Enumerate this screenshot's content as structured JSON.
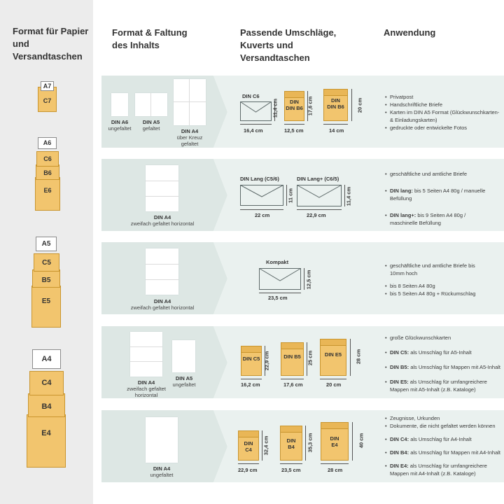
{
  "headers": {
    "col1": "Format für Papier und Versandtaschen",
    "col2": "Format & Faltung des Inhalts",
    "col3": "Passende Umschläge, Kuverts und Versandtaschen",
    "col4": "Anwendung"
  },
  "sidebar": [
    {
      "paper": "A7",
      "envelopes": [
        "C7"
      ]
    },
    {
      "paper": "A6",
      "envelopes": [
        "C6",
        "B6",
        "E6"
      ]
    },
    {
      "paper": "A5",
      "envelopes": [
        "C5",
        "B5",
        "E5"
      ]
    },
    {
      "paper": "A4",
      "envelopes": [
        "C4",
        "B4",
        "E4"
      ]
    }
  ],
  "rows": [
    {
      "papers": [
        {
          "name": "DIN A6",
          "fold": "ungefaltet"
        },
        {
          "name": "DIN A5",
          "fold": "gefaltet"
        },
        {
          "name": "DIN A4",
          "fold": "über Kreuz gefaltet"
        }
      ],
      "envelopes": [
        {
          "name": "DIN C6",
          "width": "16,4 cm",
          "height": "11,4 cm"
        },
        {
          "name": "DIN B6",
          "width": "12,5 cm",
          "height": "17,6 cm"
        },
        {
          "name": "DIN B6",
          "width": "14 cm",
          "height": "20 cm"
        }
      ],
      "uses": [
        "Privatpost",
        "Handschriftliche Briefe",
        "Karten im DIN A5 Format (Glückwunschkarten- & Einladungskarten)",
        "gedruckte oder entwickelte Fotos"
      ]
    },
    {
      "papers": [
        {
          "name": "DIN A4",
          "fold": "zweifach gefaltet horizontal"
        }
      ],
      "envelopes": [
        {
          "name": "DIN Lang (C5/6)",
          "width": "22 cm",
          "height": "11 cm"
        },
        {
          "name": "DIN Lang+ (C6/5)",
          "width": "22,9 cm",
          "height": "11,4 cm"
        }
      ],
      "uses": [
        {
          "lead": "",
          "text": "geschäftliche und amtliche Briefe"
        },
        {
          "lead": "DIN lang:",
          "text": "bis 5 Seiten A4 80g / manuelle Befüllung"
        },
        {
          "lead": "DIN lang+:",
          "text": "bis 9 Seiten A4 80g / maschinelle Befüllung"
        }
      ]
    },
    {
      "papers": [
        {
          "name": "DIN A4",
          "fold": "zweifach gefaltet horizontal"
        }
      ],
      "envelopes": [
        {
          "name": "Kompakt",
          "width": "23,5 cm",
          "height": "12,5 cm"
        }
      ],
      "uses": [
        "geschäftliche und amtliche Briefe bis 10mm hoch",
        "bis 8 Seiten A4 80g",
        "bis 5 Seiten A4 80g + Rückumschlag"
      ]
    },
    {
      "papers": [
        {
          "name": "DIN A4",
          "fold": "zweifach gefaltet horizontal"
        },
        {
          "name": "DIN A5",
          "fold": "ungefaltet"
        }
      ],
      "envelopes": [
        {
          "name": "DIN C5",
          "width": "16,2 cm",
          "height": "22,9 cm"
        },
        {
          "name": "DIN B5",
          "width": "17,6 cm",
          "height": "25 cm"
        },
        {
          "name": "DIN E5",
          "width": "20 cm",
          "height": "28 cm"
        }
      ],
      "uses": [
        {
          "lead": "",
          "text": "große Glückwunschkarten"
        },
        {
          "lead": "DIN C5:",
          "text": "als Umschlag für A5-Inhalt"
        },
        {
          "lead": "DIN B5:",
          "text": "als Umschlag für Mappen mit A5-Inhalt"
        },
        {
          "lead": "DIN E5:",
          "text": "als Umschlag für umfangreichere Mappen mit A5-Inhalt (z.B. Kataloge)"
        }
      ]
    },
    {
      "papers": [
        {
          "name": "DIN A4",
          "fold": "ungefaltet"
        }
      ],
      "envelopes": [
        {
          "name": "DIN C4",
          "width": "22,9 cm",
          "height": "32,4 cm"
        },
        {
          "name": "DIN B4",
          "width": "23,5 cm",
          "height": "35,3 cm"
        },
        {
          "name": "DIN E4",
          "width": "28 cm",
          "height": "40 cm"
        }
      ],
      "uses": [
        {
          "lead": "",
          "text": "Zeugnisse, Urkunden"
        },
        {
          "lead": "",
          "text": "Dokumente, die nicht gefaltet werden können"
        },
        {
          "lead": "DIN C4:",
          "text": "als Umschlag für A4-Inhalt"
        },
        {
          "lead": "DIN B4:",
          "text": "als Umschlag für Mappen mit A4-Inhalt"
        },
        {
          "lead": "DIN E4:",
          "text": "als Umschlag für umfangreichere Mappen mit A4-Inhalt (z.B. Kataloge)"
        }
      ]
    }
  ],
  "colors": {
    "band": "#dde7e4",
    "band_light": "#eaf1ef",
    "yellow": "#f6e41a",
    "envelope": "#f2c56e",
    "sidebar": "#ececec"
  }
}
